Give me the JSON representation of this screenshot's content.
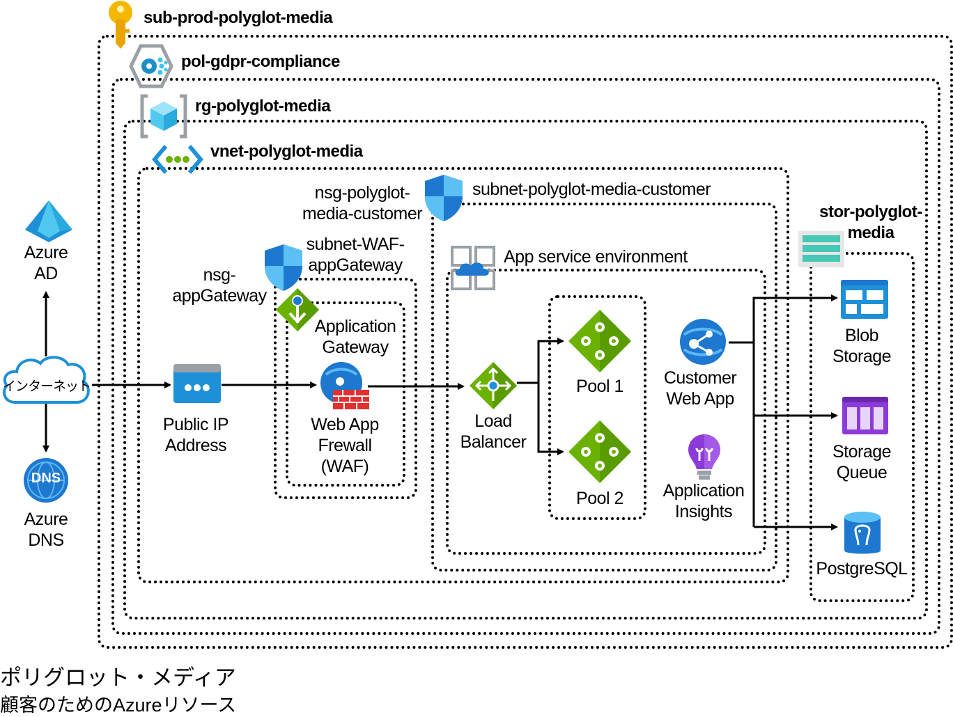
{
  "containers": {
    "subscription": "sub-prod-polyglot-media",
    "policy": "pol-gdpr-compliance",
    "resource_group": "rg-polyglot-media",
    "vnet": "vnet-polyglot-media",
    "subnet_customer": "subnet-polyglot-media-customer",
    "nsg_customer_l1": "nsg-polyglot-",
    "nsg_customer_l2": "media-customer",
    "subnet_waf_l1": "subnet-WAF-",
    "subnet_waf_l2": "appGateway",
    "nsg_appgw_l1": "nsg-",
    "nsg_appgw_l2": "appGateway",
    "ase": "App service environment",
    "storage_l1": "stor-polyglot-",
    "storage_l2": "media"
  },
  "nodes": {
    "azure_ad": [
      "Azure",
      "AD"
    ],
    "internet": "インターネット",
    "azure_dns": [
      "Azure",
      "DNS"
    ],
    "dns_badge": "DNS",
    "public_ip": [
      "Public IP",
      "Address"
    ],
    "app_gateway": [
      "Application",
      "Gateway"
    ],
    "waf": [
      "Web App",
      "Frewall",
      "(WAF)"
    ],
    "load_balancer": [
      "Load",
      "Balancer"
    ],
    "pool1": "Pool 1",
    "pool2": "Pool 2",
    "customer_web_app": [
      "Customer",
      "Web App"
    ],
    "app_insights": [
      "Application",
      "Insights"
    ],
    "blob": [
      "Blob",
      "Storage"
    ],
    "queue": [
      "Storage",
      "Queue"
    ],
    "postgres": "PostgreSQL"
  },
  "caption": {
    "title": "ポリグロット・メディア",
    "subtitle": "顧客のためのAzureリソース"
  }
}
